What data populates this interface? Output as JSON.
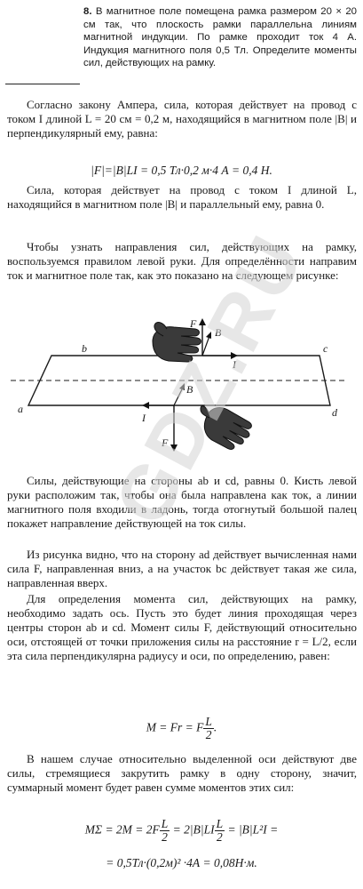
{
  "problem": {
    "number": "8.",
    "text": "В магнитное поле помещена рамка размером 20 × 20 см так, что плоскость рамки параллельна линиям магнитной индукции. По рамке проходит ток 4 А. Индукция магнитного поля 0,5 Тл. Определите моменты сил, действующих на рамку."
  },
  "p1": "Согласно закону Ампера, сила, которая действует на провод с током I длиной L = 20 см = 0,2 м, находящийся в магнитном поле |B| и перпендикулярный ему, равна:",
  "f1": "|F|=|B|LI = 0,5 Тл·0,2 м·4 А = 0,4 Н.",
  "p2": "Сила, которая действует на провод с током I длиной L, находящийся в магнитном поле |B| и параллельный ему, равна 0.",
  "p3": "Чтобы узнать направления сил, действующих на рамку, воспользуемся правилом левой руки. Для определённости направим ток и магнитное поле так, как это показано на следующем рисунке:",
  "figure": {
    "labels": {
      "a": "a",
      "b": "b",
      "c": "c",
      "d": "d",
      "F1": "F",
      "B1": "B",
      "I1": "I",
      "F2": "F",
      "B2": "B",
      "I2": "I"
    }
  },
  "p4": "Силы, действующие на стороны ab и cd, равны 0. Кисть левой руки расположим так, чтобы она была направлена как ток, а линии магнитного поля входили в ладонь, тогда отогнутый большой палец покажет направление действующей на ток силы.",
  "p5": "Из рисунка видно, что на сторону ad действует вычисленная нами сила F, направленная вниз, а на участок bc действует такая же сила, направленная вверх.",
  "p6": "Для определения момента сил, действующих на рамку, необходимо задать ось. Пусть это будет линия проходящая через центры сторон ab и cd. Момент силы F, действующий относительно оси, отстоящей от точки приложения силы на расстояние r = L/2, если эта сила перпендикулярна радиусу и оси, по определению, равен:",
  "f2": {
    "left": "M = Fr = F",
    "num": "L",
    "den": "2",
    "tail": "."
  },
  "p7": "В нашем случае относительно выделенной оси действуют две силы, стремящиеся закрутить рамку в одну сторону, значит, суммарный момент будет равен сумме моментов этих сил:",
  "f3": {
    "part1": "MΣ = 2M = 2F",
    "part2": "= 2|B|LI",
    "part3": "= |B|L²I =",
    "num": "L",
    "den": "2",
    "line2": "= 0,5Тл·(0,2м)² ·4А = 0,08Н·м."
  },
  "watermark": "GDZ.RU"
}
